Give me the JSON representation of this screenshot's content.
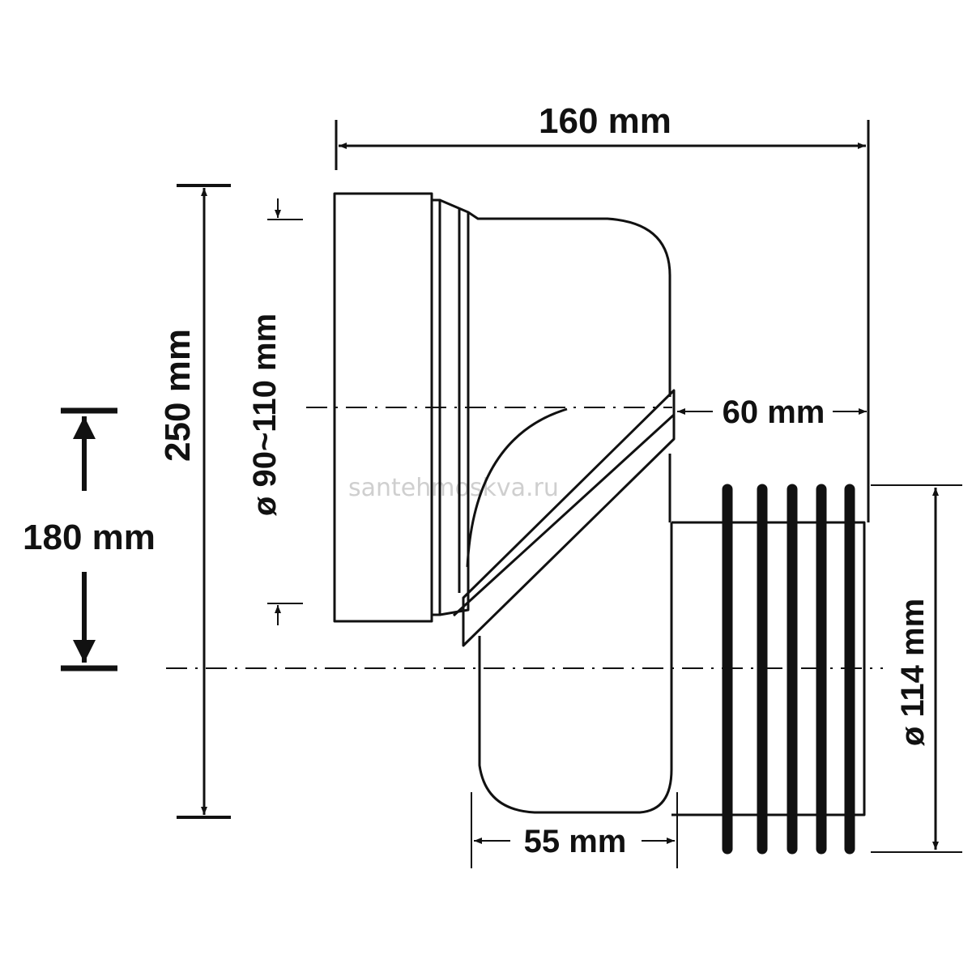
{
  "dimensions": {
    "total_length": "160 mm",
    "total_height": "250 mm",
    "inlet_diameter": "ø 90~110 mm",
    "offset_height": "180 mm",
    "spigot_length": "60 mm",
    "outlet_diameter": "ø 114 mm",
    "base_width": "55 mm"
  },
  "watermark": "santehmoskva.ru",
  "colors": {
    "ink": "#111111",
    "watermark": "#cfcfcf"
  }
}
